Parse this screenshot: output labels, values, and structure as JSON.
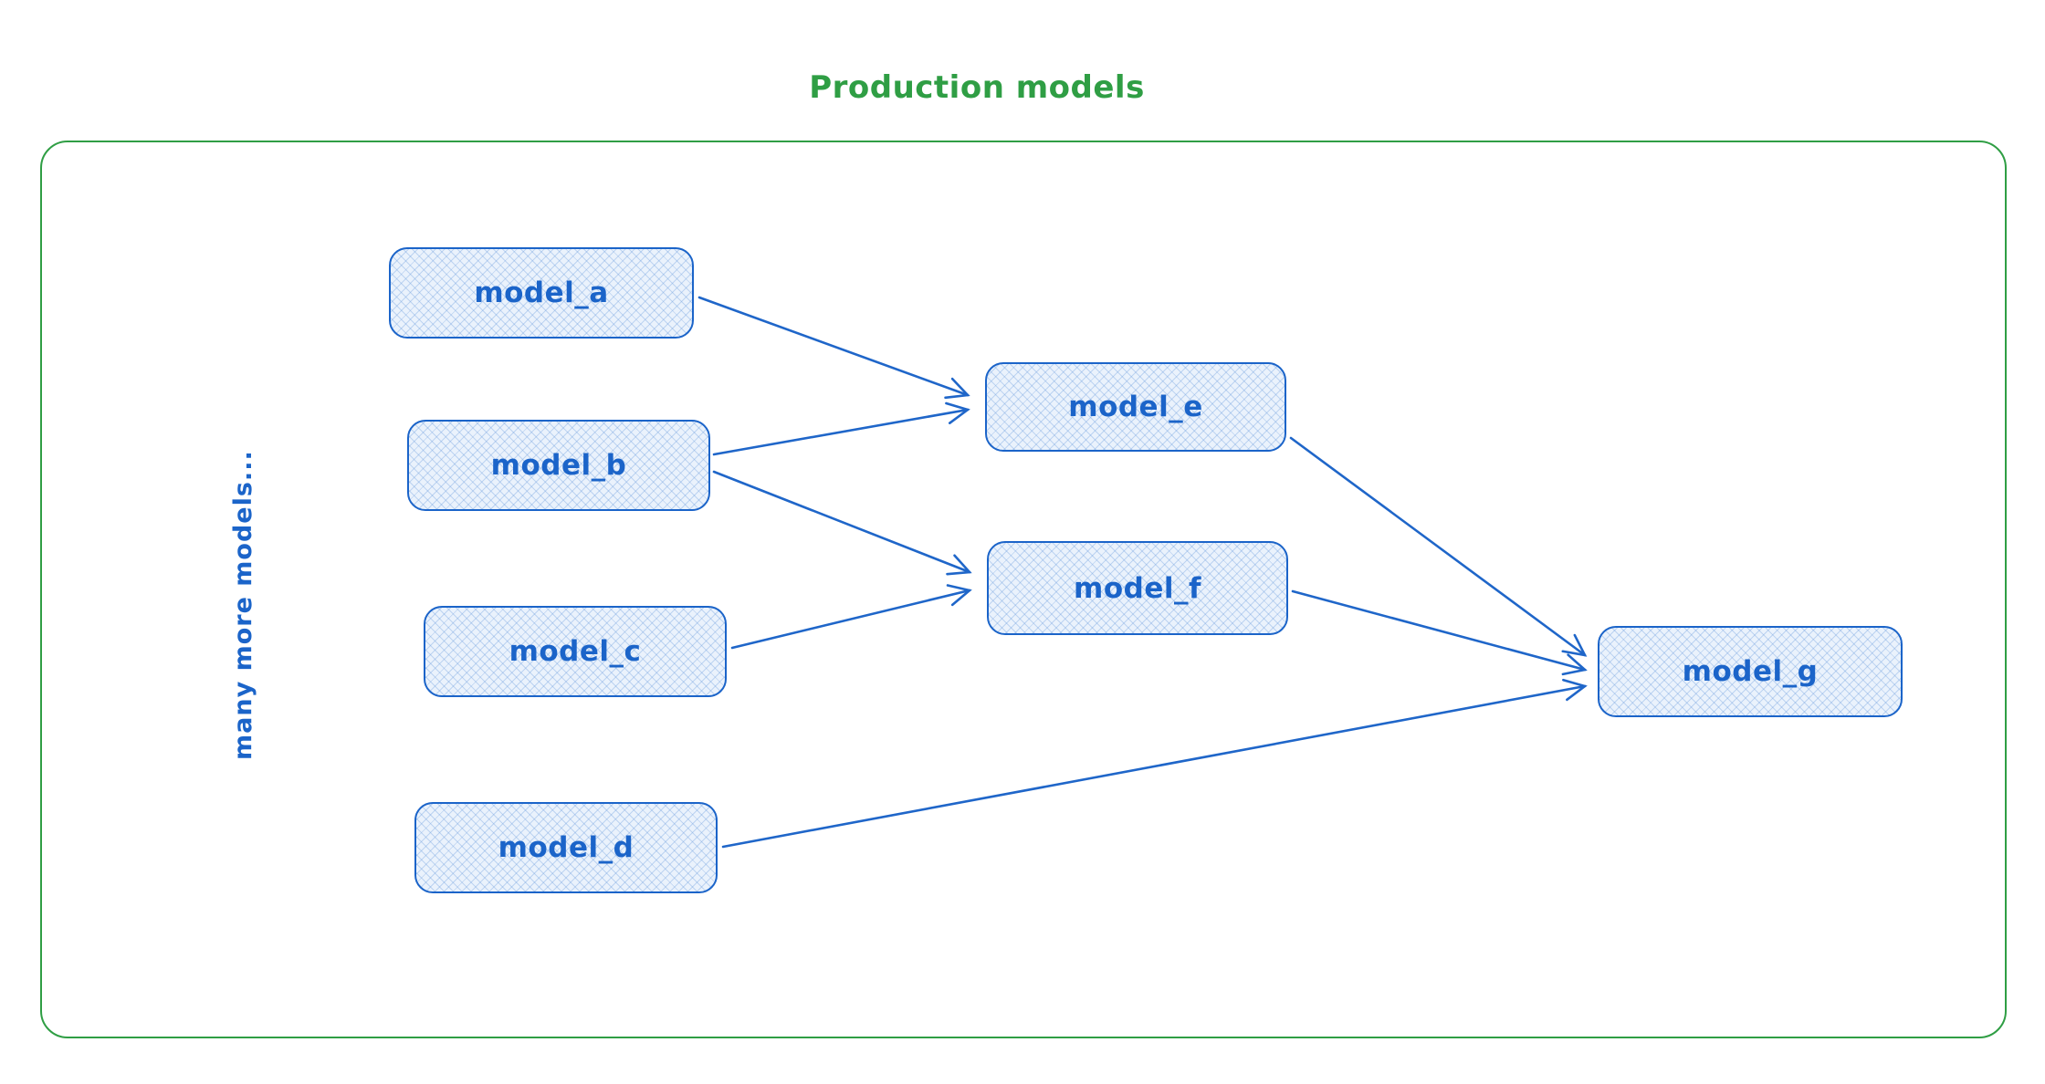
{
  "title": "Production models",
  "side_label": "many more models...",
  "colors": {
    "frame_green": "#2f9e44",
    "node_blue": "#1b64c9",
    "node_fill": "#eaf2fc"
  },
  "nodes": [
    {
      "id": "model_a",
      "label": "model_a"
    },
    {
      "id": "model_b",
      "label": "model_b"
    },
    {
      "id": "model_c",
      "label": "model_c"
    },
    {
      "id": "model_d",
      "label": "model_d"
    },
    {
      "id": "model_e",
      "label": "model_e"
    },
    {
      "id": "model_f",
      "label": "model_f"
    },
    {
      "id": "model_g",
      "label": "model_g"
    }
  ],
  "edges": [
    {
      "from": "model_a",
      "to": "model_e"
    },
    {
      "from": "model_b",
      "to": "model_e"
    },
    {
      "from": "model_b",
      "to": "model_f"
    },
    {
      "from": "model_c",
      "to": "model_f"
    },
    {
      "from": "model_e",
      "to": "model_g"
    },
    {
      "from": "model_f",
      "to": "model_g"
    },
    {
      "from": "model_d",
      "to": "model_g"
    }
  ]
}
